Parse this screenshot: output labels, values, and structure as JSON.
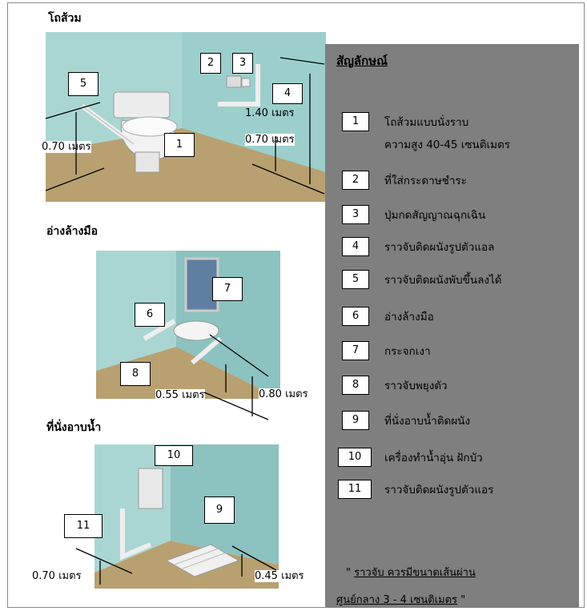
{
  "sections": {
    "toilet": "โถส้วม",
    "sink": "อ่างล้างมือ",
    "shower": "ที่นั่งอาบน้ำ"
  },
  "markers": {
    "toilet": [
      "5",
      "2",
      "3",
      "4",
      "1"
    ],
    "sink": [
      "7",
      "6",
      "8"
    ],
    "shower": [
      "10",
      "9",
      "11"
    ]
  },
  "measurements": {
    "toilet_left": "0.70 เมตร",
    "toilet_right_high": "1.40 เมตร",
    "toilet_right_low": "0.70 เมตร",
    "sink_low": "0.55 เมตร",
    "sink_high": "0.80 เมตร",
    "shower_left": "0.70 เมตร",
    "shower_right": "0.45 เมตร"
  },
  "legend": {
    "title": "สัญลักษณ์",
    "items": [
      {
        "num": "1",
        "lines": [
          "โถส้วมแบบนั่งราบ",
          "ความสูง 40-45 เซนติเมตร"
        ]
      },
      {
        "num": "2",
        "lines": [
          "ที่ใส่กระดาษชำระ"
        ]
      },
      {
        "num": "3",
        "lines": [
          "ปุ่มกดสัญญาณฉุกเฉิน"
        ]
      },
      {
        "num": "4",
        "lines": [
          "ราวจับติดผนังรูปตัวแอล"
        ]
      },
      {
        "num": "5",
        "lines": [
          "ราวจับติดผนังพับขึ้นลงได้"
        ]
      },
      {
        "num": "6",
        "lines": [
          "อ่างล้างมือ"
        ]
      },
      {
        "num": "7",
        "lines": [
          "กระจกเงา"
        ]
      },
      {
        "num": "8",
        "lines": [
          "ราวจับพยุงตัว"
        ]
      },
      {
        "num": "9",
        "lines": [
          "ที่นั่งอาบน้ำติดผนัง"
        ]
      },
      {
        "num": "10",
        "lines": [
          "เครื่องทำน้ำอุ่น ฝักบัว"
        ]
      },
      {
        "num": "11",
        "lines": [
          "ราวจับติดผนังรูปตัวแอร"
        ]
      }
    ],
    "note_line1": "ราวจับ ควรมีขนาดเส้นผ่าน",
    "note_line2": "ศูนย์กลาง 3 - 4  เซนติเมตร",
    "quote": "\""
  },
  "colors": {
    "wall": "#a9d6d3",
    "wall_dark": "#8cc2bf",
    "floor": "#b49a6a",
    "panel": "#7f7f7f"
  }
}
